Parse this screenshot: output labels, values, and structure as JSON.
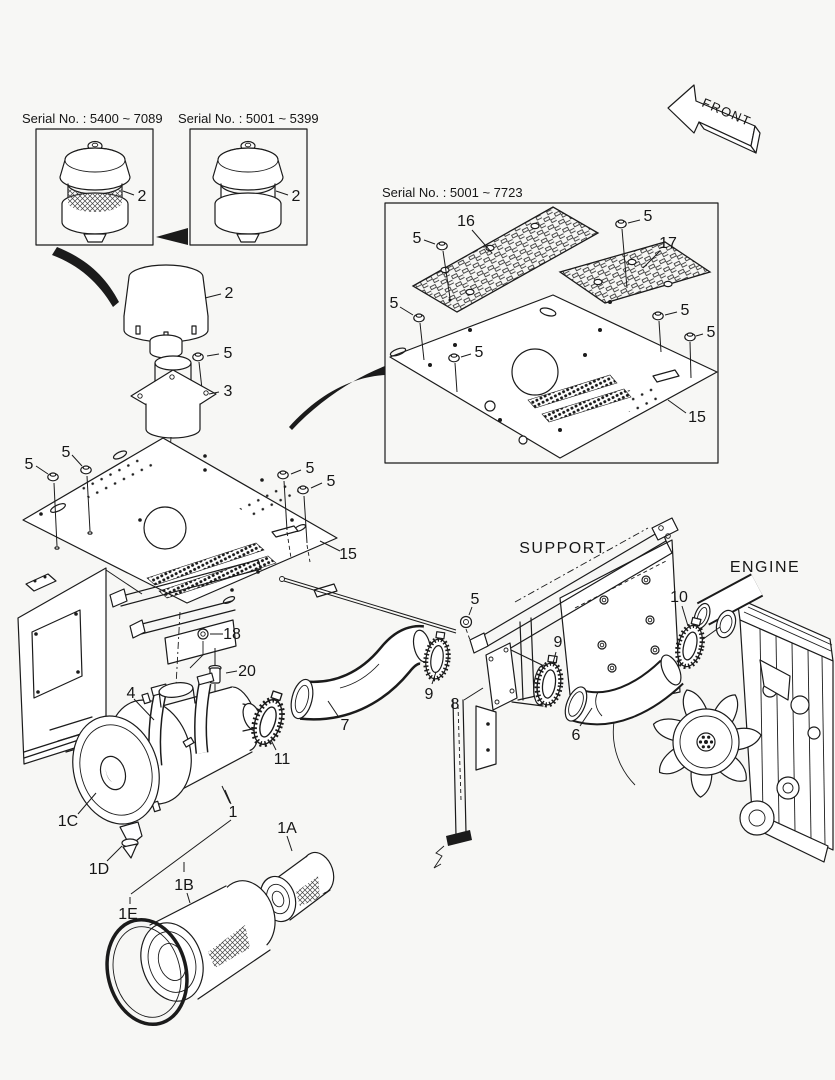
{
  "diagram": {
    "background": "#f7f7f5",
    "ink": "#1b1b1b",
    "front_arrow": {
      "label": "FRONT"
    },
    "inset_cap_new": {
      "title": "Serial No. : 5400 ~ 7089",
      "part": "2"
    },
    "inset_cap_old": {
      "title": "Serial No. : 5001 ~ 5399",
      "part": "2"
    },
    "inset_plate": {
      "title": "Serial No. : 5001 ~ 7723",
      "tread_plate_left": "16",
      "tread_plate_right": "17",
      "base_plate": "15",
      "bolts": [
        "5",
        "5",
        "5",
        "5",
        "5",
        "5"
      ]
    },
    "main": {
      "cap": "2",
      "cap_bolt": "5",
      "inlet_flange": "3",
      "cover_plate": "15",
      "plate_bolts": [
        "5",
        "5",
        "5",
        "5"
      ],
      "nut": "18",
      "sensor": "20",
      "mount_band": "4",
      "air_cleaner_body": "1",
      "end_cover": "1C",
      "dust_valve": "1D",
      "outer_element": "1B",
      "inner_element": "1A",
      "seal_ring": "1E",
      "outlet_clamp": "11",
      "elbow_hose": "7",
      "hose_clamp_left": "9",
      "hose_clamp_right": "9",
      "support_nut": "5",
      "intake_tube": "8",
      "intake_hose": "6",
      "engine_clamp": "10",
      "support_label": "SUPPORT",
      "engine_label": "ENGINE"
    }
  }
}
